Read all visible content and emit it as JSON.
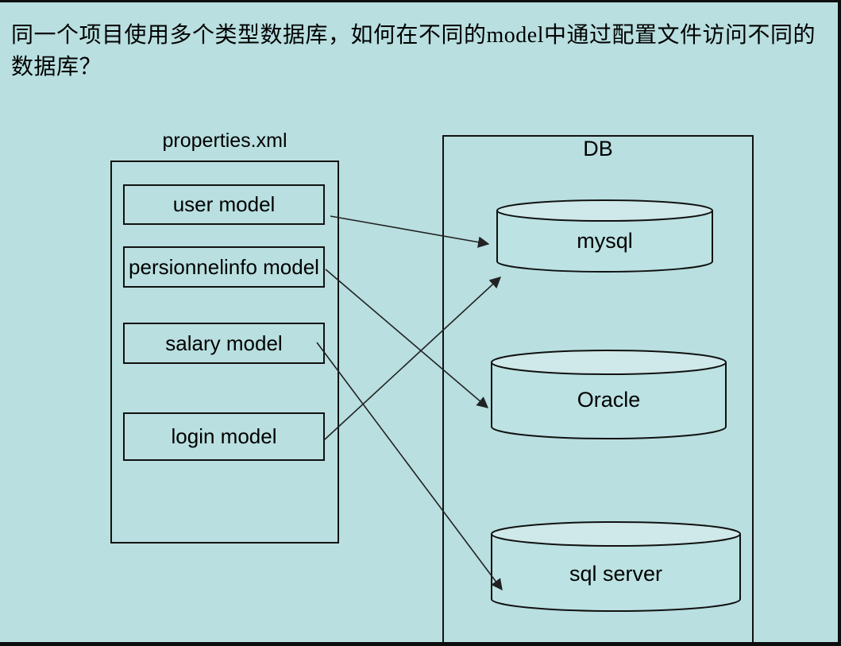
{
  "title": {
    "line1": "同一个项目使用多个类型数据库，如何在不同的model中通过配置文件访问不同的",
    "line2": "数据库？"
  },
  "colors": {
    "background": "#b9dfe0",
    "ink": "#111111",
    "arrow": "#222222",
    "cylinder_top": "#cfe8ea",
    "cylinder_body": "#bce2e3"
  },
  "properties_panel": {
    "label": "properties.xml",
    "models": [
      {
        "id": "user-model",
        "label": "user model"
      },
      {
        "id": "persionnelinfo-model",
        "label": "persionnelinfo model"
      },
      {
        "id": "salary-model",
        "label": "salary model"
      },
      {
        "id": "login-model",
        "label": "login model"
      }
    ]
  },
  "db_panel": {
    "label": "DB",
    "databases": [
      {
        "id": "mysql",
        "label": "mysql"
      },
      {
        "id": "oracle",
        "label": "Oracle"
      },
      {
        "id": "sql-server",
        "label": "sql server"
      }
    ]
  },
  "connections": [
    {
      "from": "user model",
      "to": "mysql"
    },
    {
      "from": "persionnelinfo model",
      "to": "Oracle"
    },
    {
      "from": "salary model",
      "to": "sql server"
    },
    {
      "from": "login model",
      "to": "mysql"
    }
  ]
}
